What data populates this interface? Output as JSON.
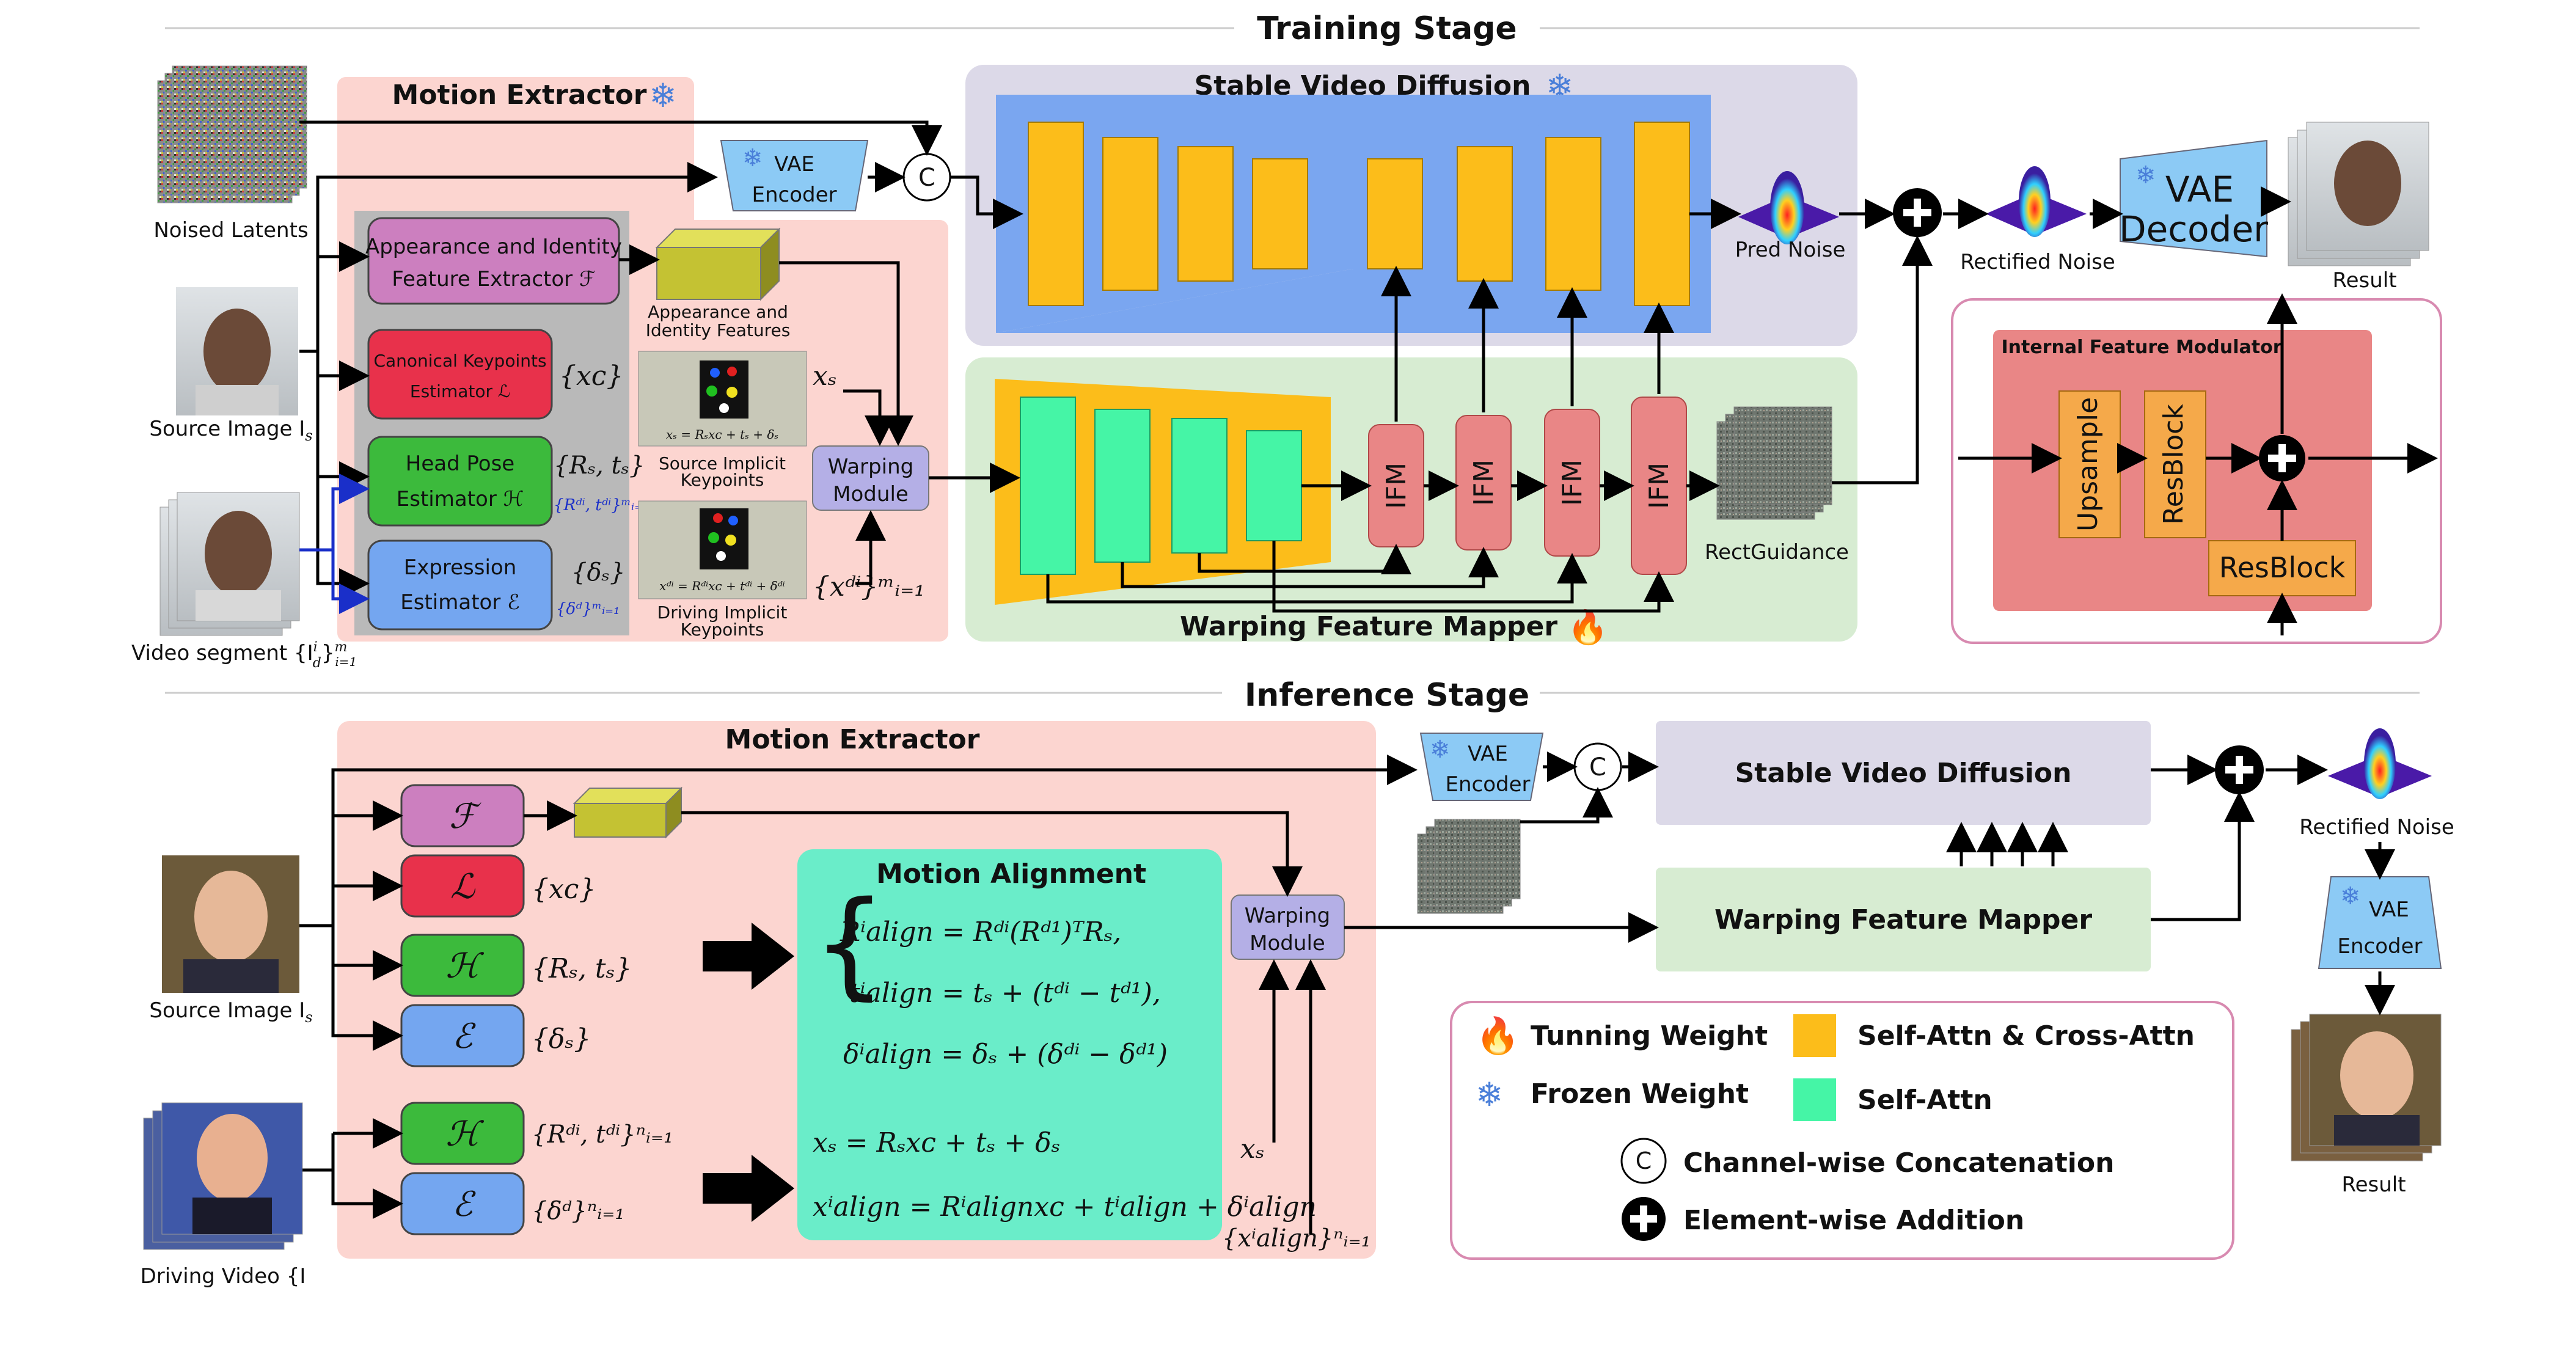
{
  "training": {
    "stage_title": "Training Stage",
    "noised_latents": "Noised Latents",
    "source_image": "Source Image I",
    "source_image_sub": "s",
    "video_segment": "Video segment {I",
    "video_segment_sup": "i",
    "video_segment_sub": "d",
    "video_segment_range": "}",
    "video_segment_m": "m",
    "video_segment_i1": "i=1",
    "motion_extractor": "Motion Extractor",
    "appearance_extractor_l1": "Appearance and Identity",
    "appearance_extractor_l2": "Feature Extractor ℱ",
    "canonical_l1": "Canonical Keypoints",
    "canonical_l2": "Estimator ℒ",
    "headpose_l1": "Head Pose",
    "headpose_l2": "Estimator ℋ",
    "expression_l1": "Expression",
    "expression_l2": "Estimator ℰ",
    "xc": "{xᴄ}",
    "rs_ts": "{Rₛ, tₛ}",
    "rd_td": "{Rᵈⁱ, tᵈⁱ}ᵐᵢ₌₁",
    "delta_s": "{δₛ}",
    "delta_d": "{δᵈ}ᵐᵢ₌₁",
    "app_feat_l1": "Appearance and",
    "app_feat_l2": "Identity Features",
    "xs": "xₛ",
    "src_kp_eq": "xₛ = Rₛxᴄ + tₛ + δₛ",
    "src_kp_l1": "Source Implicit",
    "src_kp_l2": "Keypoints",
    "drv_kp_eq": "xᵈⁱ = Rᵈⁱxᴄ + tᵈⁱ + δᵈⁱ",
    "drv_kp_l1": "Driving Implicit",
    "drv_kp_l2": "Keypoints",
    "xd_set": "{xᵈⁱ}ᵐᵢ₌₁",
    "warping_l1": "Warping",
    "warping_l2": "Module",
    "vae_l1": "VAE",
    "vae_l2": "Encoder",
    "concat_symbol": "C",
    "svd_title": "Stable Video Diffusion",
    "pred_noise": "Pred Noise",
    "rectified_noise": "Rectified Noise",
    "vae_decoder_l1": "VAE",
    "vae_decoder_l2": "Decoder",
    "result": "Result",
    "ifm": "IFM",
    "rect_guidance": "RectGuidance",
    "wfm_title": "Warping Feature Mapper",
    "ifm_module_title": "Internal Feature Modulator",
    "upsample": "Upsample",
    "resblock": "ResBlock",
    "resblock2": "ResBlock"
  },
  "inference": {
    "stage_title": "Inference Stage",
    "motion_extractor": "Motion Extractor",
    "source_image": "Source Image I",
    "source_image_sub": "s",
    "driving_video": "Driving Video {I",
    "F": "ℱ",
    "L": "ℒ",
    "H": "ℋ",
    "E": "ℰ",
    "H2": "ℋ",
    "E2": "ℰ",
    "xc": "{xᴄ}",
    "rs_ts": "{Rₛ, tₛ}",
    "delta_s": "{δₛ}",
    "rd_td": "{Rᵈⁱ, tᵈⁱ}ⁿᵢ₌₁",
    "delta_d": "{δᵈ}ⁿᵢ₌₁",
    "motion_alignment": "Motion Alignment",
    "eq1": "Rⁱalign = Rᵈⁱ(Rᵈ¹)ᵀRₛ,",
    "eq2": "tⁱalign = tₛ + (tᵈⁱ − tᵈ¹),",
    "eq3": "δⁱalign = δₛ + (δᵈⁱ − δᵈ¹)",
    "eq4": "xₛ = Rₛxᴄ + tₛ + δₛ",
    "eq5": "xⁱalign = Rⁱalignxᴄ + tⁱalign + δⁱalign",
    "xs": "xₛ",
    "x_align_set": "{xⁱalign}ⁿᵢ₌₁",
    "warping_l1": "Warping",
    "warping_l2": "Module",
    "vae_l1": "VAE",
    "vae_l2": "Encoder",
    "concat_symbol": "C",
    "svd_title": "Stable Video Diffusion",
    "wfm_title": "Warping Feature Mapper",
    "rectified_noise": "Rectified Noise",
    "vae_enc_l1": "VAE",
    "vae_enc_l2": "Encoder",
    "result": "Result"
  },
  "legend": {
    "tuning": "Tunning Weight",
    "frozen": "Frozen Weight",
    "self_cross": "Self-Attn & Cross-Attn",
    "self": "Self-Attn",
    "concat": "Channel-wise Concatenation",
    "concat_symbol": "C",
    "add": "Element-wise Addition"
  },
  "colors": {
    "pink_bg": "#fcd5d0",
    "svd_bg": "#dcd9e8",
    "svd_blue": "#7aa6f0",
    "wfm_green": "#d7ecd2",
    "yellow_block": "#fcbd1a",
    "green_block": "#45f5a6",
    "ifm_pink": "#e98686",
    "appearance_purple": "#cc7fbf",
    "canonical_red": "#e8314b",
    "headpose_green": "#3cba3c",
    "expression_blue": "#74a6f0",
    "warping_lavender": "#b4afe6",
    "vae_blue": "#8ccaf5",
    "motion_align_teal": "#6aedc9"
  }
}
